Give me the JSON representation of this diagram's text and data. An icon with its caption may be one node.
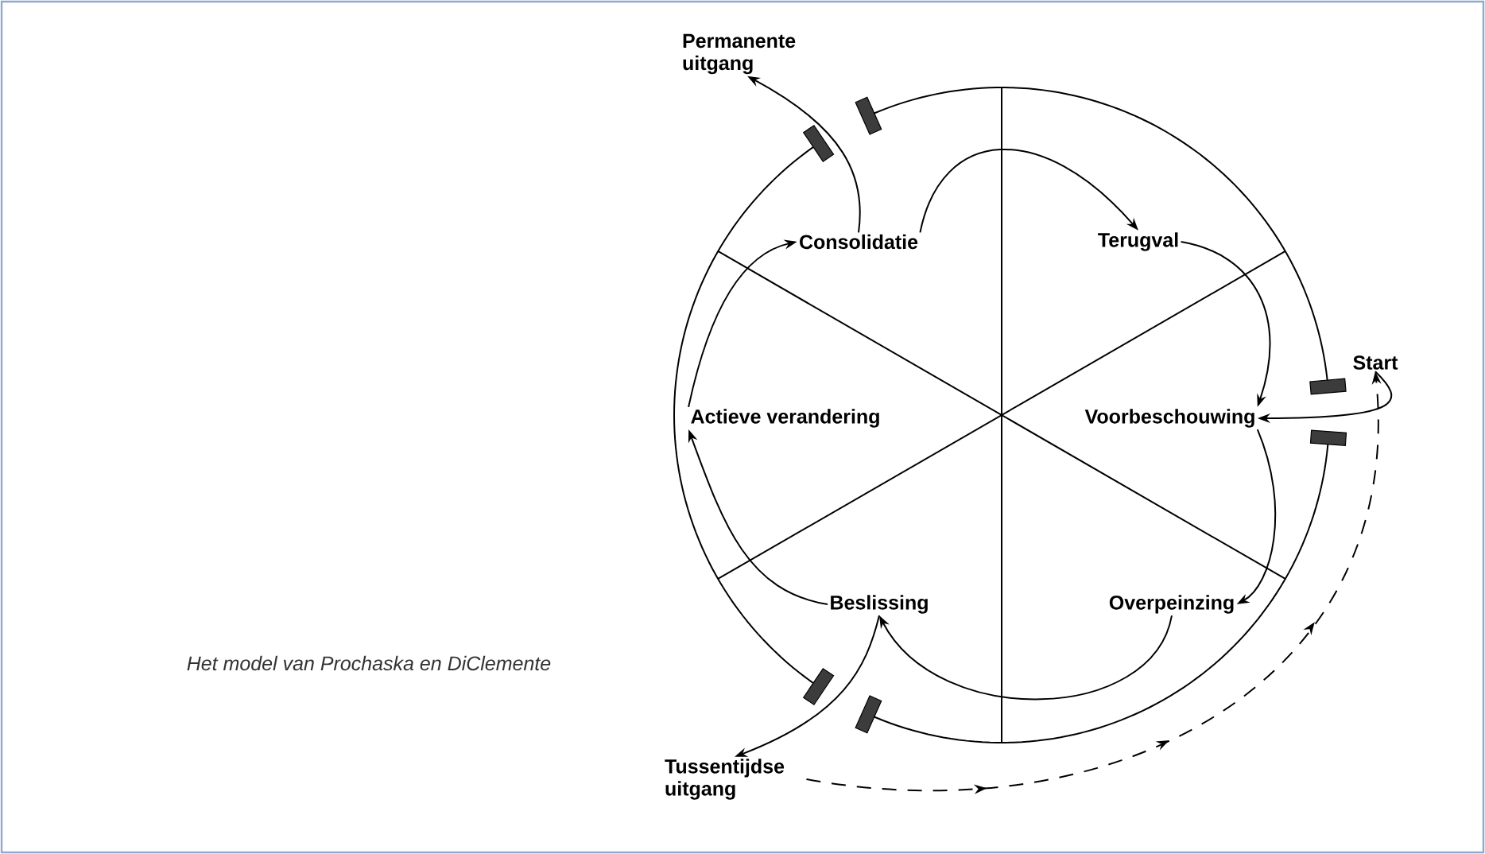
{
  "diagram": {
    "caption": "Het model van Prochaska en DiClemente",
    "nodes": [
      {
        "text": [
          "Permanente uitgang"
        ]
      },
      {
        "text": [
          "Consolidatie"
        ]
      },
      {
        "text": [
          "Terugval"
        ]
      },
      {
        "text": [
          "Start"
        ]
      },
      {
        "text": [
          "Actieve verandering"
        ]
      },
      {
        "text": [
          "Voorbeschouwing"
        ]
      },
      {
        "text": [
          "Beslissing"
        ]
      },
      {
        "text": [
          "Overpeinzing"
        ]
      },
      {
        "text": [
          "Tussentijdse uitgang"
        ]
      }
    ],
    "edges": [
      {
        "from": 1,
        "to": 2,
        "arrow": "to"
      },
      {
        "from": 2,
        "to": 5,
        "arrow": "to"
      },
      {
        "from": 5,
        "to": 7,
        "arrow": "to"
      },
      {
        "from": 7,
        "to": 6,
        "arrow": "to"
      },
      {
        "from": 6,
        "to": 4,
        "arrow": "to"
      },
      {
        "from": 4,
        "to": 1,
        "arrow": "to"
      },
      {
        "from": 1,
        "to": 0,
        "arrow": "to"
      },
      {
        "from": 6,
        "to": 8,
        "arrow": "to"
      },
      {
        "from": 3,
        "to": 5,
        "arrow": "to"
      },
      {
        "from": 8,
        "to": 3,
        "arrow": "to",
        "style": "dashed"
      }
    ]
  }
}
